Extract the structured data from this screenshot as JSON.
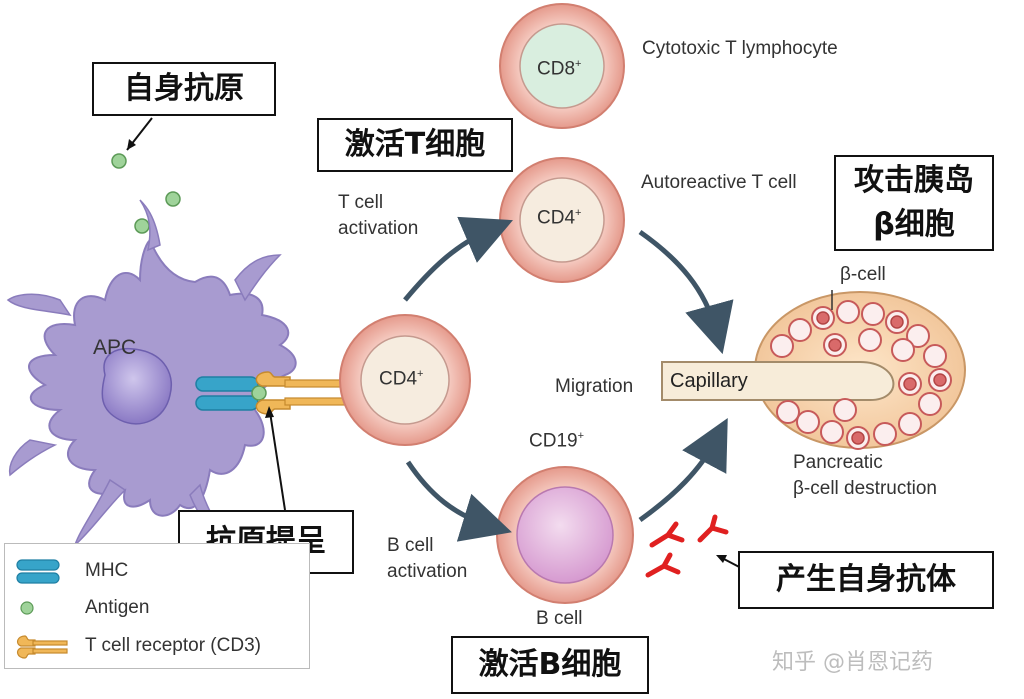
{
  "diagram": {
    "cells": {
      "apc": "APC",
      "cd8": "CD8",
      "cd8_sup": "+",
      "cd4_top": "CD4",
      "cd4_top_sup": "+",
      "cd4_center": "CD4",
      "cd4_center_sup": "+",
      "cd19": "CD19",
      "cd19_sup": "+",
      "b_cell": "B cell"
    },
    "labels": {
      "cytotoxic": "Cytotoxic T lymphocyte",
      "autoreactive": "Autoreactive T cell",
      "t_activation_1": "T cell",
      "t_activation_2": "activation",
      "b_activation_1": "B cell",
      "b_activation_2": "activation",
      "migration": "Migration",
      "capillary": "Capillary",
      "beta_cell": "β-cell",
      "pancreatic_1": "Pancreatic",
      "pancreatic_2": "β-cell destruction"
    },
    "callouts": {
      "autoantigen": "自身抗原",
      "t_activation": "激活T细胞",
      "islet_attack_1": "攻击胰岛",
      "islet_attack_2": "β细胞",
      "antigen_presentation": "抗原提呈",
      "autoantibody": "产生自身抗体",
      "b_activation": "激活B细胞"
    },
    "legend": [
      {
        "icon": "mhc-icon",
        "label": "MHC"
      },
      {
        "icon": "antigen-icon",
        "label": "Antigen"
      },
      {
        "icon": "tcr-icon",
        "label": "T cell receptor (CD3)"
      }
    ],
    "watermark": "知乎 @肖恩记药",
    "colors": {
      "apc": "#a89bd0",
      "cell_ring": "#e8a195",
      "cd8_core": "#d9eedf",
      "cd4_core": "#f6ecdf",
      "b_core": "#e2b6dd",
      "arrow": "#3f5566",
      "antibody": "#e02020",
      "mhc": "#37a4c9",
      "antigen": "#9fd39a",
      "tcr": "#f0b758"
    }
  }
}
